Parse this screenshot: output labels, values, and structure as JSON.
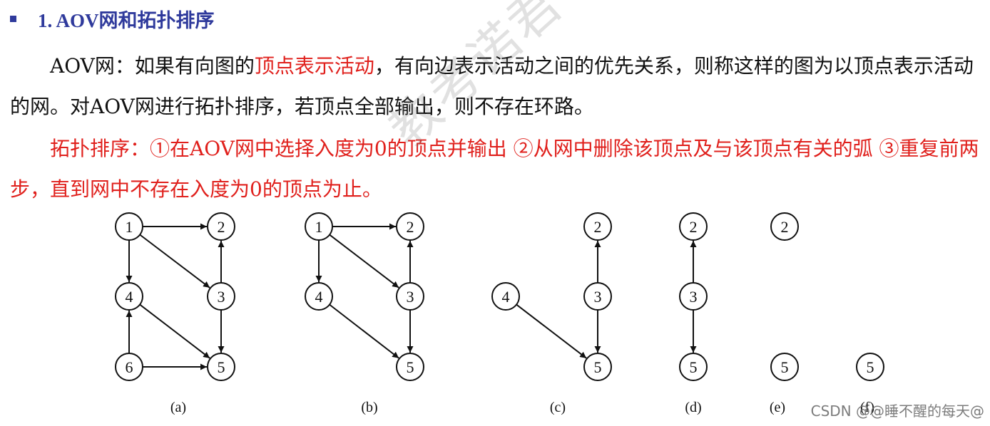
{
  "heading": "1. AOV网和拓扑排序",
  "para1": {
    "lead": "AOV网：如果有向图的",
    "highlight": "顶点表示活动",
    "rest": "，有向边表示活动之间的优先关系，则称这样的图为以顶点表示活动的网。对AOV网进行拓扑排序，若顶点全部输出，则不存在环路。"
  },
  "para2": "拓扑排序：①在AOV网中选择入度为0的顶点并输出 ②从网中删除该顶点及与该顶点有关的弧 ③重复前两步，直到网中不存在入度为0的顶点为止。",
  "watermark": "教考诺君老师",
  "credit": "CSDN @@睡不醒的每天@",
  "graphs": [
    {
      "caption": "(a)",
      "nodes": [
        "1",
        "2",
        "3",
        "4",
        "5",
        "6"
      ],
      "edges": [
        [
          "1",
          "2"
        ],
        [
          "1",
          "4"
        ],
        [
          "1",
          "3"
        ],
        [
          "3",
          "2"
        ],
        [
          "3",
          "5"
        ],
        [
          "4",
          "5"
        ],
        [
          "6",
          "4"
        ],
        [
          "6",
          "5"
        ]
      ]
    },
    {
      "caption": "(b)",
      "nodes": [
        "1",
        "2",
        "3",
        "4",
        "5"
      ],
      "edges": [
        [
          "1",
          "2"
        ],
        [
          "1",
          "4"
        ],
        [
          "1",
          "3"
        ],
        [
          "3",
          "2"
        ],
        [
          "3",
          "5"
        ],
        [
          "4",
          "5"
        ]
      ]
    },
    {
      "caption": "(c)",
      "nodes": [
        "2",
        "3",
        "4",
        "5"
      ],
      "edges": [
        [
          "3",
          "2"
        ],
        [
          "3",
          "5"
        ],
        [
          "4",
          "5"
        ]
      ]
    },
    {
      "caption": "(d)",
      "nodes": [
        "2",
        "3",
        "5"
      ],
      "edges": [
        [
          "3",
          "2"
        ],
        [
          "3",
          "5"
        ]
      ]
    },
    {
      "caption": "(e)",
      "nodes": [
        "2",
        "5"
      ],
      "edges": []
    },
    {
      "caption": "(f)",
      "nodes": [
        "5"
      ],
      "edges": []
    }
  ]
}
